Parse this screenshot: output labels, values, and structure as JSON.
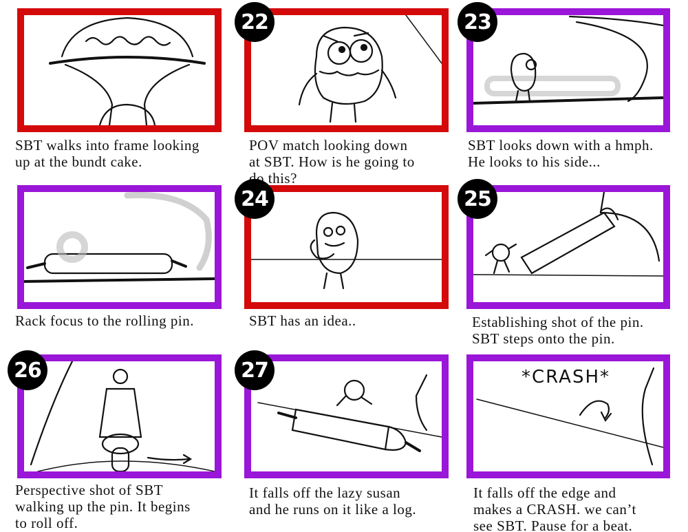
{
  "panels": [
    {
      "number": "",
      "border": "red",
      "caption": [
        "SBT walks into frame looking",
        "up at the bundt cake."
      ]
    },
    {
      "number": "22",
      "border": "red",
      "caption": [
        "POV match looking down",
        "at SBT. How is he going to",
        "do this?"
      ]
    },
    {
      "number": "23",
      "border": "purple",
      "caption": [
        "SBT looks down with a hmph.",
        "He looks to his side..."
      ]
    },
    {
      "number": "",
      "border": "purple",
      "caption": [
        "Rack focus to the rolling pin."
      ]
    },
    {
      "number": "24",
      "border": "red",
      "caption": [
        "SBT has an idea.."
      ]
    },
    {
      "number": "25",
      "border": "purple",
      "caption": [
        "Establishing shot of the pin.",
        "SBT steps onto the pin."
      ]
    },
    {
      "number": "26",
      "border": "purple",
      "caption": [
        "Perspective shot of SBT",
        "walking up the pin. It begins",
        "to roll off."
      ]
    },
    {
      "number": "27",
      "border": "purple",
      "caption": [
        "It falls off the lazy susan",
        "and he runs on it like a log."
      ]
    },
    {
      "number": "",
      "border": "purple",
      "caption": [
        "It falls off the edge and",
        "makes a CRASH. we can’t",
        "see SBT. Pause for a beat."
      ],
      "sound_effect": "*CRASH*"
    }
  ],
  "colors": {
    "red_border": "#d40a0a",
    "purple_border": "#9a16d8",
    "badge": "#000000"
  }
}
